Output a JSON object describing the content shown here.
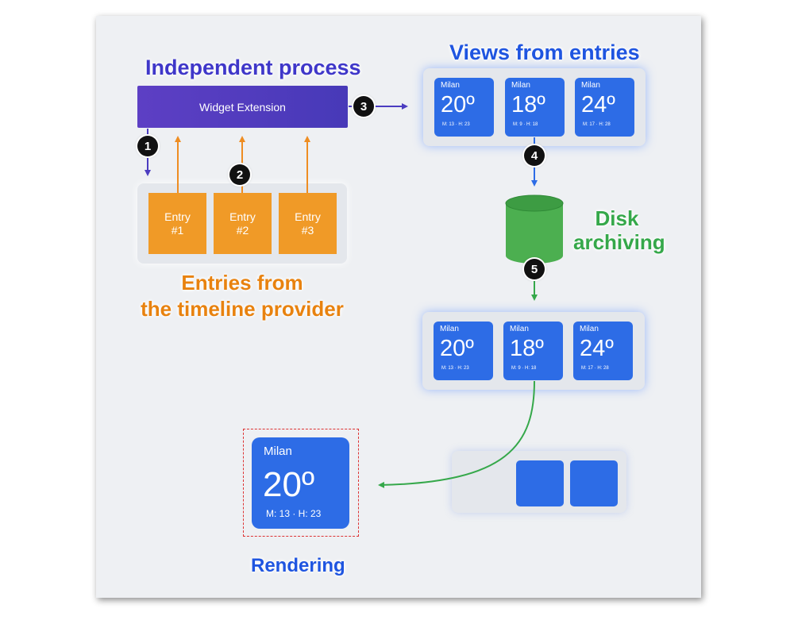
{
  "labels": {
    "independent_process": "Independent process",
    "views_from_entries": "Views from entries",
    "entries_line1": "Entries from",
    "entries_line2": "the timeline provider",
    "disk_line1": "Disk",
    "disk_line2": "archiving",
    "rendering": "Rendering"
  },
  "widget_extension": "Widget Extension",
  "entries": [
    {
      "line1": "Entry",
      "line2": "#1"
    },
    {
      "line1": "Entry",
      "line2": "#2"
    },
    {
      "line1": "Entry",
      "line2": "#3"
    }
  ],
  "views": [
    {
      "city": "Milan",
      "temp": "20º",
      "range": "M: 13 · H: 23"
    },
    {
      "city": "Milan",
      "temp": "18º",
      "range": "M: 9 · H: 18"
    },
    {
      "city": "Milan",
      "temp": "24º",
      "range": "M: 17 · H: 28"
    }
  ],
  "rendered": {
    "city": "Milan",
    "temp": "20º",
    "range": "M: 13 · H: 23"
  },
  "steps": [
    "1",
    "2",
    "3",
    "4",
    "5"
  ],
  "colors": {
    "purple": "#3f37c9",
    "blue": "#1f55e0",
    "orange": "#e8820f",
    "green": "#35a84a",
    "widget_blue": "#2d6ce6",
    "entry_orange": "#f09a27",
    "selection_red": "#dd3333"
  }
}
